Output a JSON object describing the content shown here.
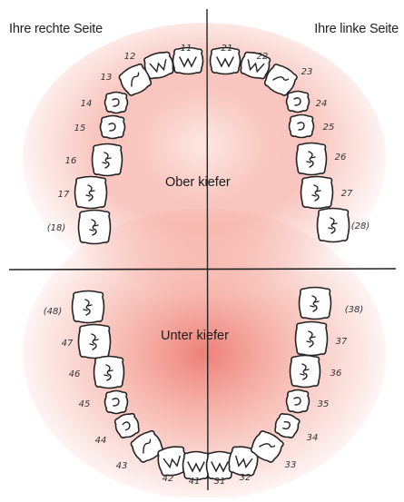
{
  "labels": {
    "patient_right": "Ihre rechte Seite",
    "patient_left": "Ihre linke Seite",
    "upper_jaw": "Ober kiefer",
    "lower_jaw": "Unter kiefer"
  },
  "colors": {
    "gum_glow": "#f08070",
    "tooth_outline": "#222222",
    "divider_line": "#222222"
  },
  "teeth": [
    {
      "id": "t18",
      "number": "(18)",
      "jaw": "upper"
    },
    {
      "id": "t17",
      "number": "17",
      "jaw": "upper"
    },
    {
      "id": "t16",
      "number": "16",
      "jaw": "upper"
    },
    {
      "id": "t15",
      "number": "15",
      "jaw": "upper"
    },
    {
      "id": "t14",
      "number": "14",
      "jaw": "upper"
    },
    {
      "id": "t13",
      "number": "13",
      "jaw": "upper"
    },
    {
      "id": "t12",
      "number": "12",
      "jaw": "upper"
    },
    {
      "id": "t11",
      "number": "11",
      "jaw": "upper"
    },
    {
      "id": "t21",
      "number": "21",
      "jaw": "upper"
    },
    {
      "id": "t22",
      "number": "22",
      "jaw": "upper"
    },
    {
      "id": "t23",
      "number": "23",
      "jaw": "upper"
    },
    {
      "id": "t24",
      "number": "24",
      "jaw": "upper"
    },
    {
      "id": "t25",
      "number": "25",
      "jaw": "upper"
    },
    {
      "id": "t26",
      "number": "26",
      "jaw": "upper"
    },
    {
      "id": "t27",
      "number": "27",
      "jaw": "upper"
    },
    {
      "id": "t28",
      "number": "(28)",
      "jaw": "upper"
    },
    {
      "id": "t48",
      "number": "(48)",
      "jaw": "lower"
    },
    {
      "id": "t47",
      "number": "47",
      "jaw": "lower"
    },
    {
      "id": "t46",
      "number": "46",
      "jaw": "lower"
    },
    {
      "id": "t45",
      "number": "45",
      "jaw": "lower"
    },
    {
      "id": "t44",
      "number": "44",
      "jaw": "lower"
    },
    {
      "id": "t43",
      "number": "43",
      "jaw": "lower"
    },
    {
      "id": "t42",
      "number": "42",
      "jaw": "lower"
    },
    {
      "id": "t41",
      "number": "41",
      "jaw": "lower"
    },
    {
      "id": "t31",
      "number": "31",
      "jaw": "lower"
    },
    {
      "id": "t32",
      "number": "32",
      "jaw": "lower"
    },
    {
      "id": "t33",
      "number": "33",
      "jaw": "lower"
    },
    {
      "id": "t34",
      "number": "34",
      "jaw": "lower"
    },
    {
      "id": "t35",
      "number": "35",
      "jaw": "lower"
    },
    {
      "id": "t36",
      "number": "36",
      "jaw": "lower"
    },
    {
      "id": "t37",
      "number": "37",
      "jaw": "lower"
    },
    {
      "id": "t38",
      "number": "(38)",
      "jaw": "lower"
    }
  ]
}
